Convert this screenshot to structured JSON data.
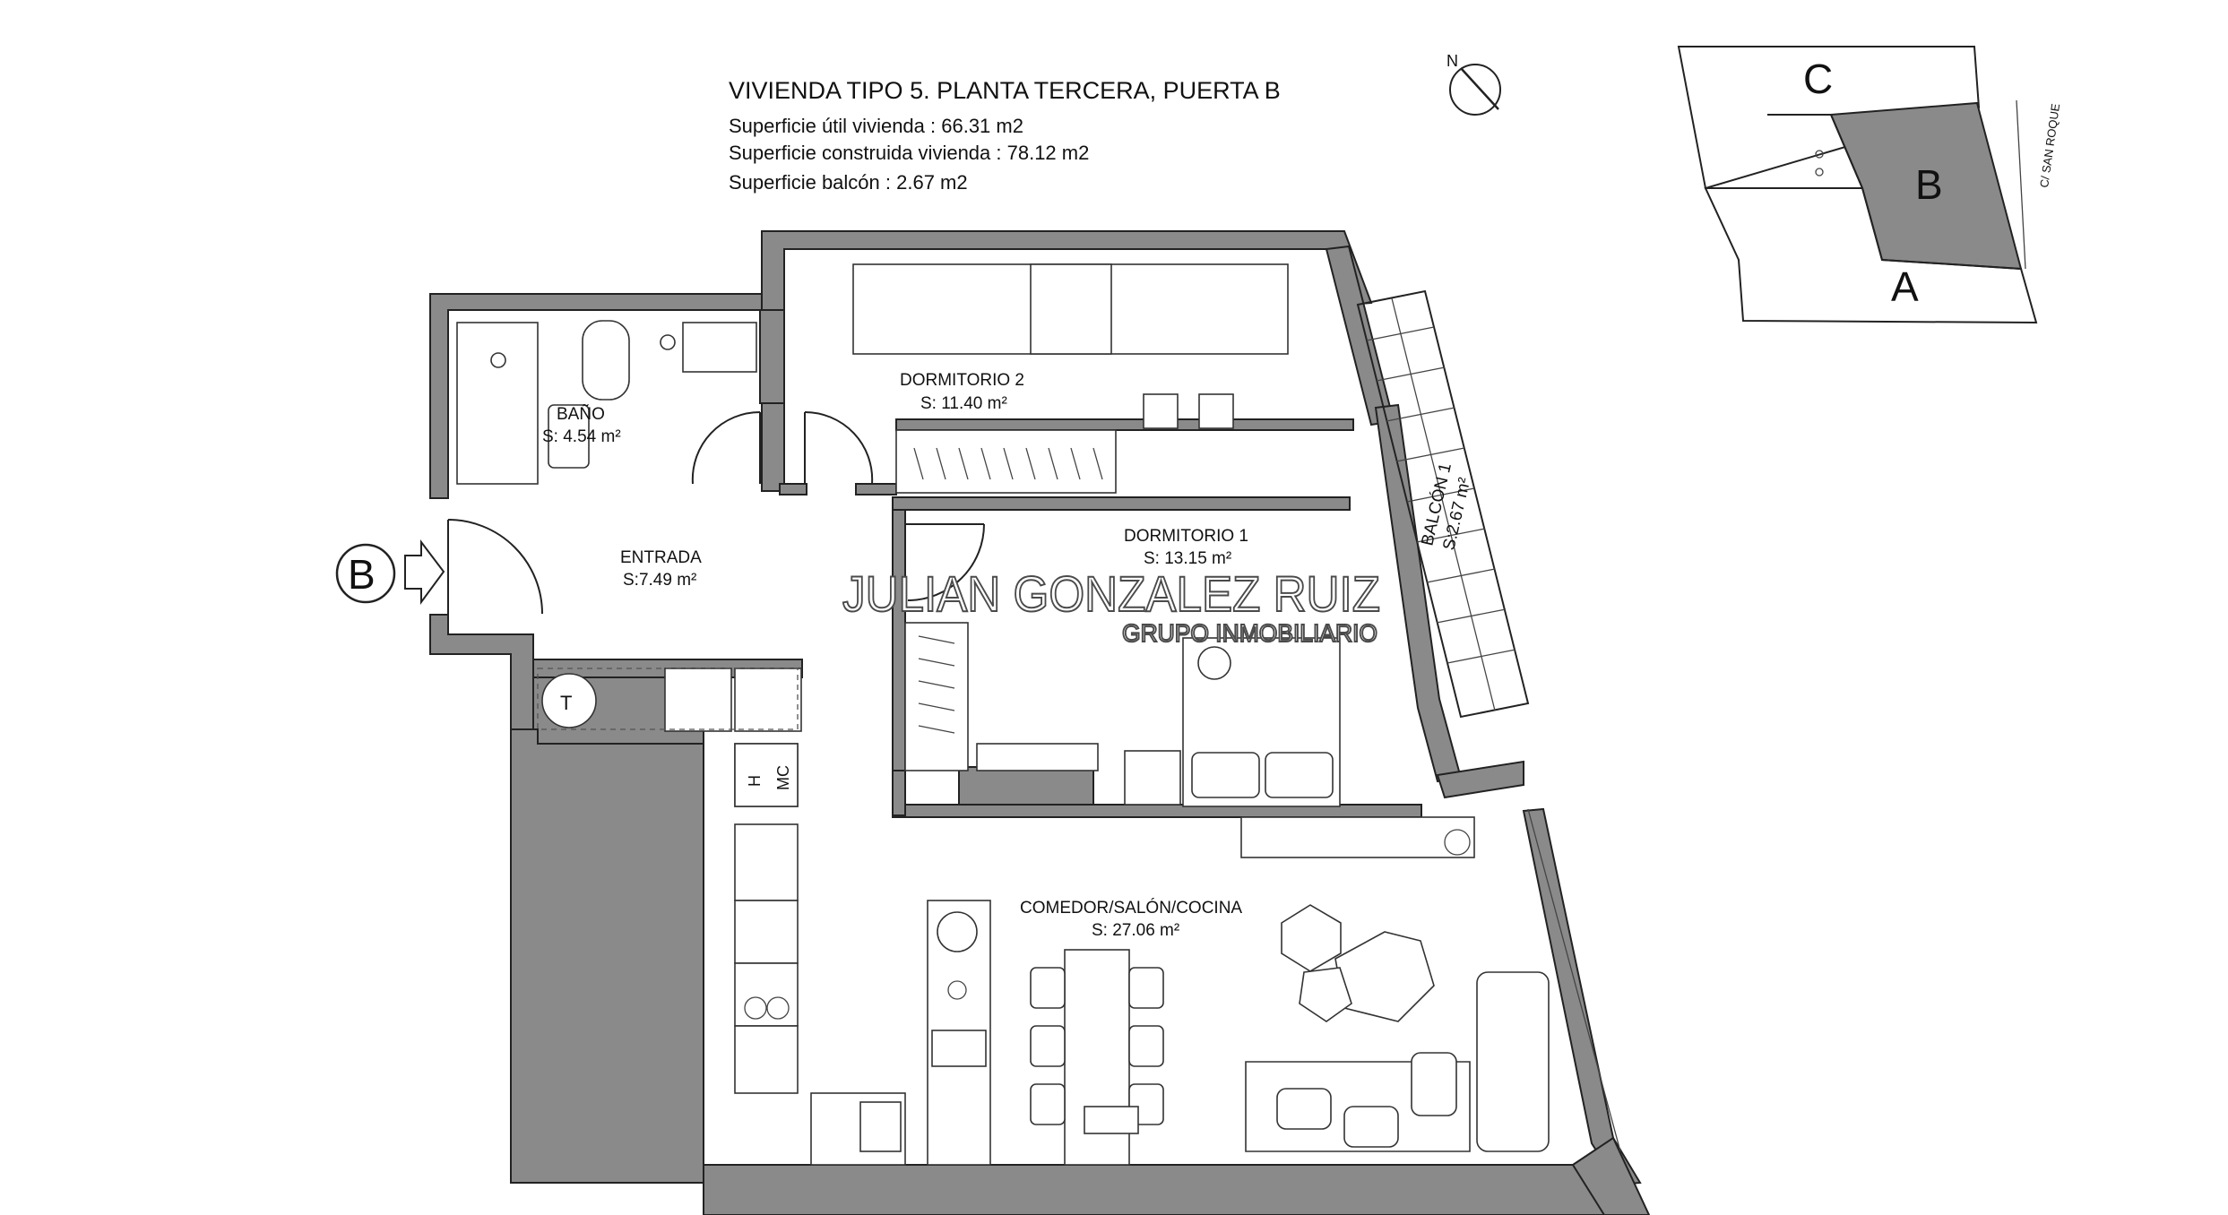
{
  "header": {
    "title": "VIVIENDA TIPO 5. PLANTA TERCERA, PUERTA B",
    "lines": [
      "Superficie útil vivienda : 66.31 m2",
      "Superficie construida vivienda : 78.12 m2",
      "Superficie balcón : 2.67 m2"
    ]
  },
  "compass": {
    "label": "N"
  },
  "key_plan": {
    "blocks": {
      "a": "A",
      "b": "B",
      "c": "C"
    },
    "street": "C/ SAN ROQUE",
    "highlight_color": "#8a8a8a"
  },
  "entrance": {
    "marker": "B"
  },
  "rooms": {
    "bano": {
      "name": "BAÑO",
      "area": "S: 4.54 m²"
    },
    "dormitorio2": {
      "name": "DORMITORIO 2",
      "area": "S: 11.40 m²"
    },
    "entrada": {
      "name": "ENTRADA",
      "area": "S:7.49 m²"
    },
    "dormitorio1": {
      "name": "DORMITORIO 1",
      "area": "S: 13.15 m²"
    },
    "comedor": {
      "name": "COMEDOR/SALÓN/COCINA",
      "area": "S: 27.06 m²"
    },
    "balcon": {
      "name": "BALCÓN 1",
      "area": "S:2.67 m²"
    }
  },
  "appliances": {
    "termo": "T",
    "h": "H",
    "mc": "MC"
  },
  "watermark": {
    "name": "JULIAN GONZALEZ RUIZ",
    "sub": "GRUPO INMOBILIARIO"
  },
  "colors": {
    "wall": "#8a8a8a",
    "line": "#222222"
  }
}
